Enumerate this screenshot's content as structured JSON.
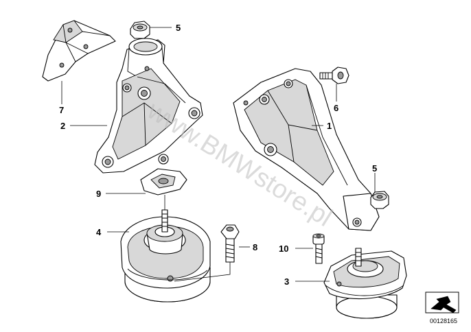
{
  "diagram": {
    "callouts": [
      {
        "id": "c1",
        "label": "1"
      },
      {
        "id": "c2",
        "label": "2"
      },
      {
        "id": "c3",
        "label": "3"
      },
      {
        "id": "c4",
        "label": "4"
      },
      {
        "id": "c5a",
        "label": "5"
      },
      {
        "id": "c5b",
        "label": "5"
      },
      {
        "id": "c6",
        "label": "6"
      },
      {
        "id": "c7",
        "label": "7"
      },
      {
        "id": "c8",
        "label": "8"
      },
      {
        "id": "c9",
        "label": "9"
      },
      {
        "id": "c10",
        "label": "10"
      }
    ],
    "watermark": "www.BMWstore.pl",
    "image_number": "00128165"
  }
}
